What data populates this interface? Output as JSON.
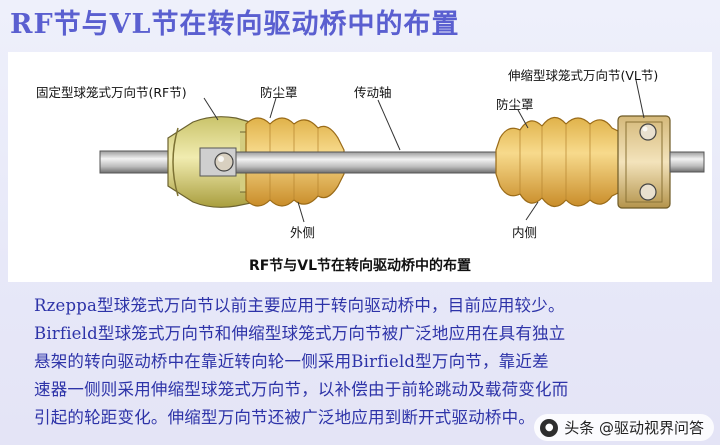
{
  "title": "RF节与VL节在转向驱动桥中的布置",
  "figure": {
    "label_rf_joint": "固定型球笼式万向节(RF节)",
    "label_boot_left": "防尘罩",
    "label_shaft": "传动轴",
    "label_boot_right": "防尘罩",
    "label_vl_joint": "伸缩型球笼式万向节(VL节)",
    "label_outer": "外侧",
    "label_inner": "内侧",
    "caption": "RF节与VL节在转向驱动桥中的布置"
  },
  "body_lines": [
    "Rzeppa型球笼式万向节以前主要应用于转向驱动桥中，目前应用较少。",
    "Birfield型球笼式万向节和伸缩型球笼式万向节被广泛地应用在具有独立",
    "悬架的转向驱动桥中在靠近转向轮一侧采用Birfield型万向节，靠近差",
    "速器一侧则采用伸缩型球笼式万向节，以补偿由于前轮跳动及载荷变化而",
    "引起的轮距变化。伸缩型万向节还被广泛地应用到断开式驱动桥中。"
  ],
  "watermark": {
    "text": "头条 @驱动视界问答"
  }
}
